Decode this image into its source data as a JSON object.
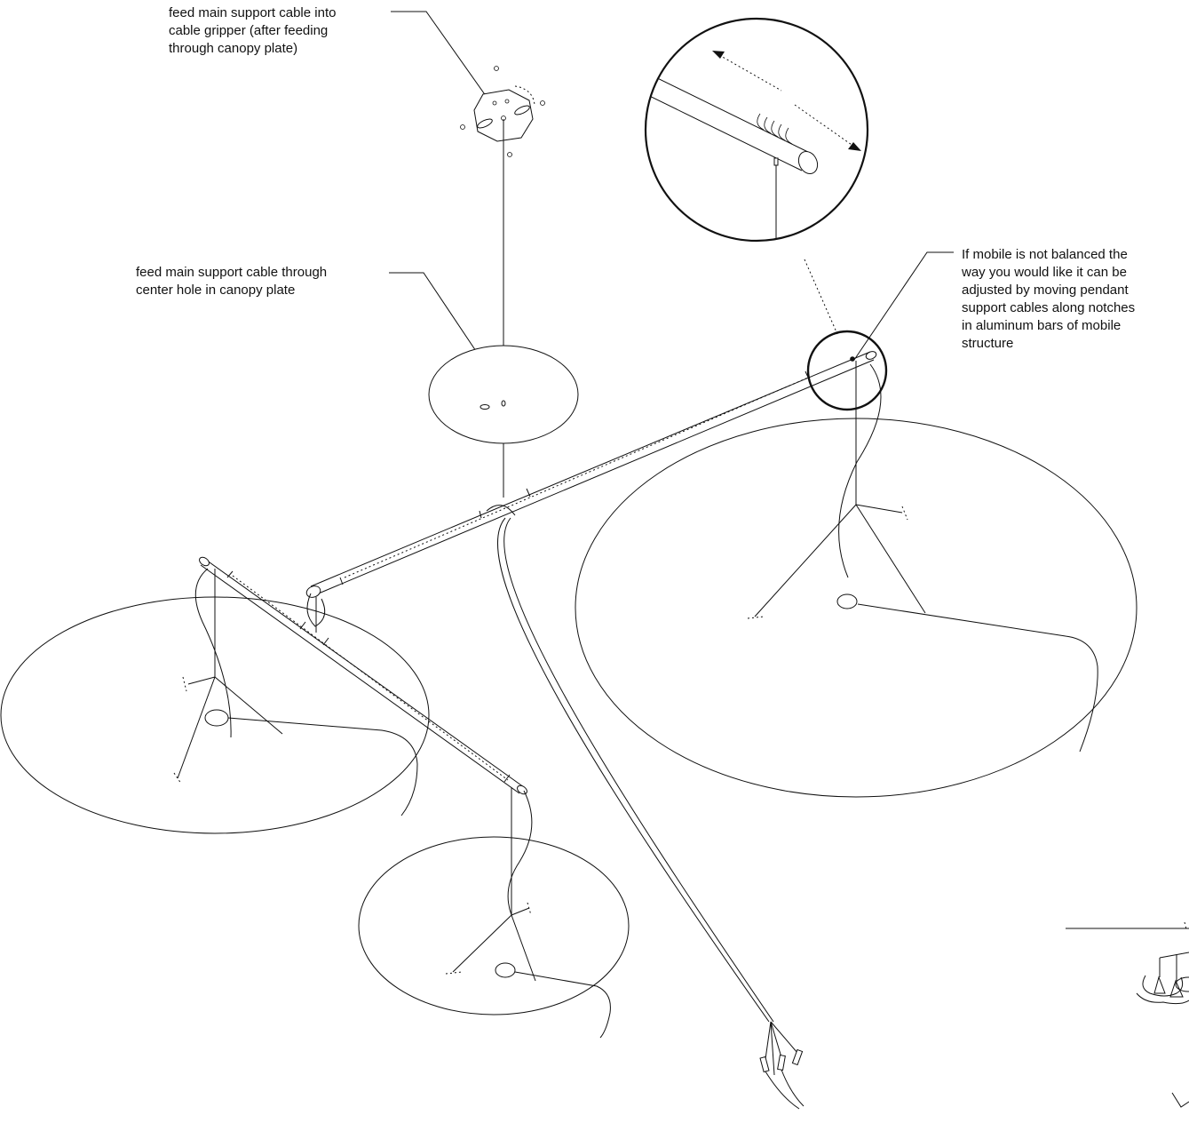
{
  "callouts": {
    "gripper": {
      "lines": [
        "feed main support cable into",
        "cable gripper (after feeding",
        "through canopy plate)"
      ]
    },
    "canopy": {
      "lines": [
        "feed main support cable through",
        "center hole in canopy plate"
      ]
    },
    "balance": {
      "lines": [
        "If mobile is not balanced the",
        "way you would like it can be",
        "adjusted by moving pendant",
        "support cables along notches",
        "in aluminum bars of mobile",
        "structure"
      ]
    }
  },
  "colors": {
    "ink": "#111111",
    "background": "#ffffff"
  }
}
